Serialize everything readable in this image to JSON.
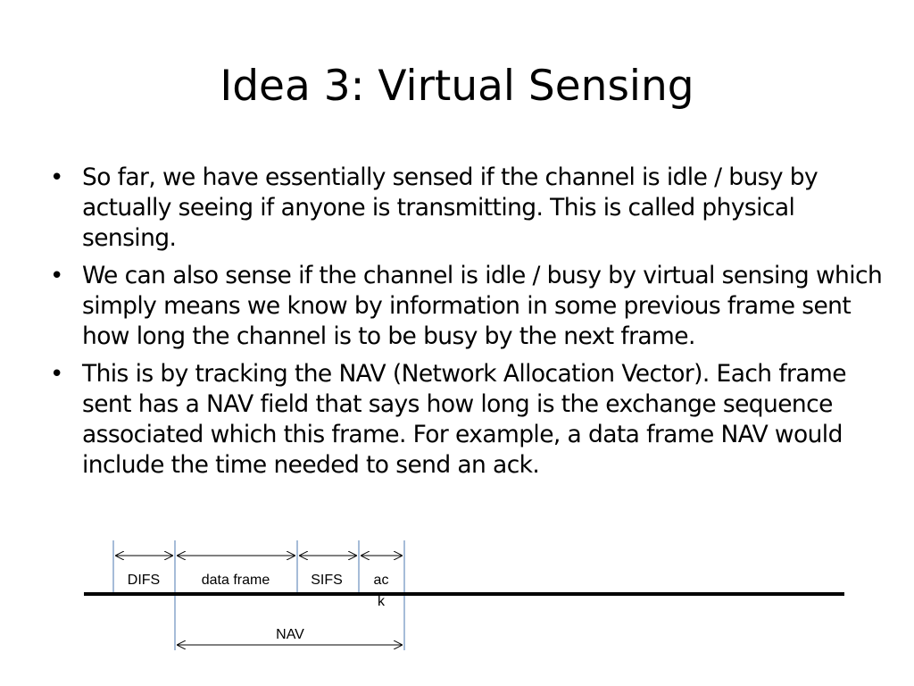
{
  "slide": {
    "title": "Idea 3: Virtual Sensing",
    "bullets": [
      "So far, we have essentially sensed if the channel is idle / busy by actually seeing if anyone is transmitting. This is called physical sensing.",
      "We can also sense if the channel is idle / busy by virtual sensing which simply means we know by information in some previous  frame sent how long the channel is to be busy by the next frame.",
      "This is by tracking the NAV (Network Allocation Vector). Each frame sent has a NAV field that says how long is the exchange sequence associated which this frame. For example, a data frame NAV would include the time needed to send an ack."
    ],
    "bullet_symbol": "•"
  },
  "diagram": {
    "segments": [
      "DIFS",
      "data frame",
      "SIFS",
      "ack"
    ],
    "ack_line1": "ac",
    "ack_line2": "k",
    "nav_label": "NAV",
    "line_color": "#6b8fbf"
  }
}
